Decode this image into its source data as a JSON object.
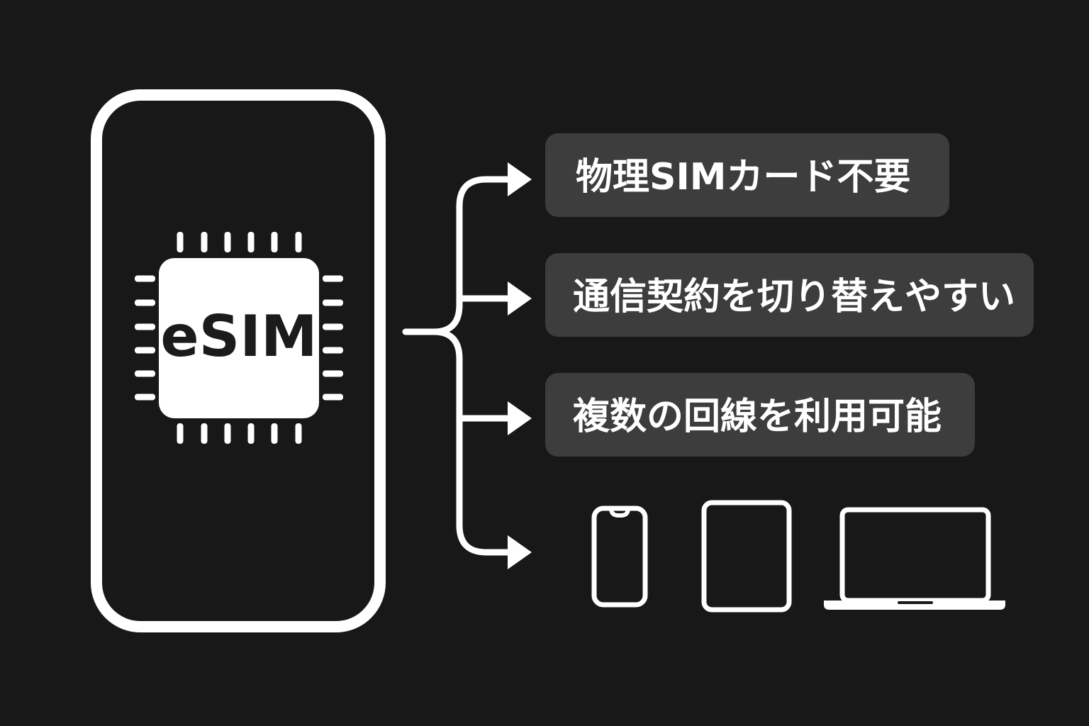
{
  "colors": {
    "background": "#181818",
    "line": "#ffffff",
    "pill_fill": "#3d3d3e",
    "chip_fill": "#ffffff",
    "chip_text": "#1b1b1b",
    "pill_text": "#ffffff"
  },
  "chip": {
    "label": "eSIM",
    "icon": "chip-icon"
  },
  "device_icon": "smartphone-outline-icon",
  "features": [
    {
      "label": "物理SIMカード不要"
    },
    {
      "label": "通信契約を切り替えやすい"
    },
    {
      "label": "複数の回線を利用可能"
    }
  ],
  "devices": [
    {
      "icon": "smartphone-icon"
    },
    {
      "icon": "tablet-icon"
    },
    {
      "icon": "laptop-icon"
    }
  ]
}
